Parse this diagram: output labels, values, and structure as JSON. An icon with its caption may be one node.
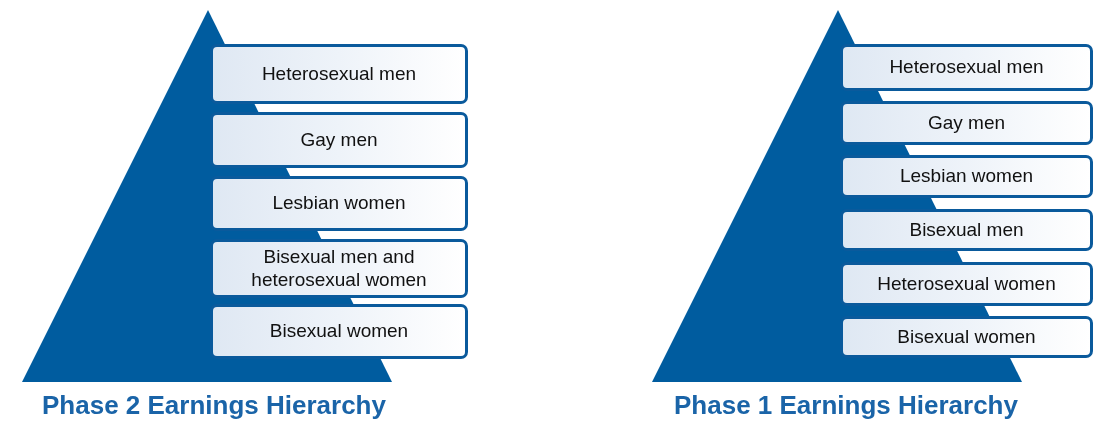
{
  "diagram": {
    "nodes": [
      {
        "text": [
          "Heterosexual men"
        ]
      },
      {
        "text": [
          "Gay men"
        ]
      },
      {
        "text": [
          "Lesbian women"
        ]
      },
      {
        "text": [
          "Bisexual men and heterosexual women"
        ]
      },
      {
        "text": [
          "Bisexual women"
        ]
      },
      {
        "text": [
          "Heterosexual men"
        ]
      },
      {
        "text": [
          "Gay men"
        ]
      },
      {
        "text": [
          "Lesbian women"
        ]
      },
      {
        "text": [
          "Bisexual men"
        ]
      },
      {
        "text": [
          "Heterosexual women"
        ]
      },
      {
        "text": [
          "Bisexual women"
        ]
      }
    ],
    "edges": [],
    "labels": [
      "Phase 2 Earnings Hierarchy",
      "Phase 1 Earnings Hierarchy"
    ]
  }
}
